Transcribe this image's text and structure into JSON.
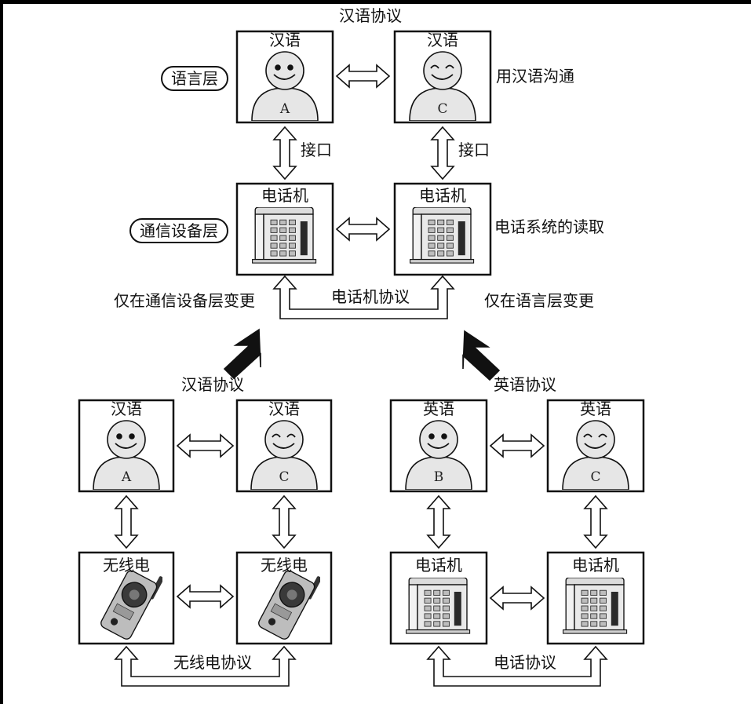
{
  "top": {
    "protocol_label": "汉语协议",
    "layer_language": "语言层",
    "layer_device": "通信设备层",
    "person_left": {
      "title": "汉语",
      "letter": "A"
    },
    "person_right": {
      "title": "汉语",
      "letter": "C"
    },
    "right_note_language": "用汉语沟通",
    "interface_left": "接口",
    "interface_right": "接口",
    "phone_left": {
      "title": "电话机"
    },
    "phone_right": {
      "title": "电话机"
    },
    "right_note_device": "电话系统的读取",
    "device_protocol_label": "电话机协议",
    "change_left": "仅在通信设备层变更",
    "change_right": "仅在语言层变更"
  },
  "bottom_left": {
    "protocol_label": "汉语协议",
    "person_left": {
      "title": "汉语",
      "letter": "A"
    },
    "person_right": {
      "title": "汉语",
      "letter": "C"
    },
    "device_left": {
      "title": "无线电"
    },
    "device_right": {
      "title": "无线电"
    },
    "device_protocol_label": "无线电协议"
  },
  "bottom_right": {
    "protocol_label": "英语协议",
    "person_left": {
      "title": "英语",
      "letter": "B"
    },
    "person_right": {
      "title": "英语",
      "letter": "C"
    },
    "device_left": {
      "title": "电话机"
    },
    "device_right": {
      "title": "电话机"
    },
    "device_protocol_label": "电话协议"
  },
  "icons": [
    "person-smile-icon",
    "person-happy-icon",
    "desk-phone-icon",
    "walkie-talkie-icon",
    "double-arrow-icon",
    "down-arrow-icon"
  ]
}
